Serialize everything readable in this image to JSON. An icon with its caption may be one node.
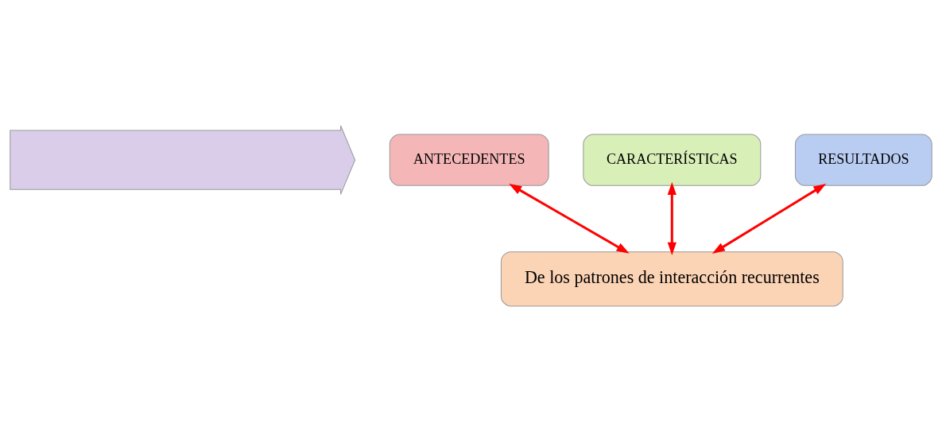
{
  "diagram": {
    "nodes": [
      {
        "text": [],
        "shape": "arrow"
      },
      {
        "text": [
          "ANTECEDENTES"
        ]
      },
      {
        "text": [
          "CARACTERÍSTICAS"
        ]
      },
      {
        "text": [
          "RESULTADOS"
        ]
      },
      {
        "text": [
          "De los patrones de interacción recurrentes"
        ]
      }
    ],
    "edges": [
      {
        "from": 4,
        "to": 1,
        "arrow": "both"
      },
      {
        "from": 4,
        "to": 2,
        "arrow": "both"
      },
      {
        "from": 4,
        "to": 3,
        "arrow": "both"
      }
    ]
  }
}
